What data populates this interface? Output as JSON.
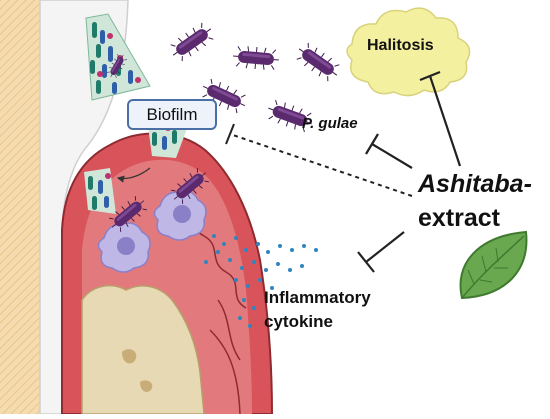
{
  "labels": {
    "biofilm": "Biofilm",
    "halitosis": "Halitosis",
    "p_gulae": "P. gulae",
    "ashitaba_line1": "Ashitaba-",
    "ashitaba_line2": "extract",
    "inflammatory_line1": "Inflammatory",
    "inflammatory_line2": "cytokine"
  },
  "colors": {
    "gum": "#d9545a",
    "gum_inner": "#e27a7d",
    "bone": "#e8d9b5",
    "tooth_enamel": "#f2f2f2",
    "bacteria": "#5b2a6e",
    "halitosis_cloud": "#f3f0a0",
    "leaf": "#6aa84f",
    "cytokine_dots": "#2e86c1"
  },
  "icons": [
    "bacteria-icon",
    "biofilm-cluster-icon",
    "immune-cell-icon",
    "halitosis-cloud-icon",
    "leaf-icon",
    "inhibition-arrow-icon"
  ]
}
